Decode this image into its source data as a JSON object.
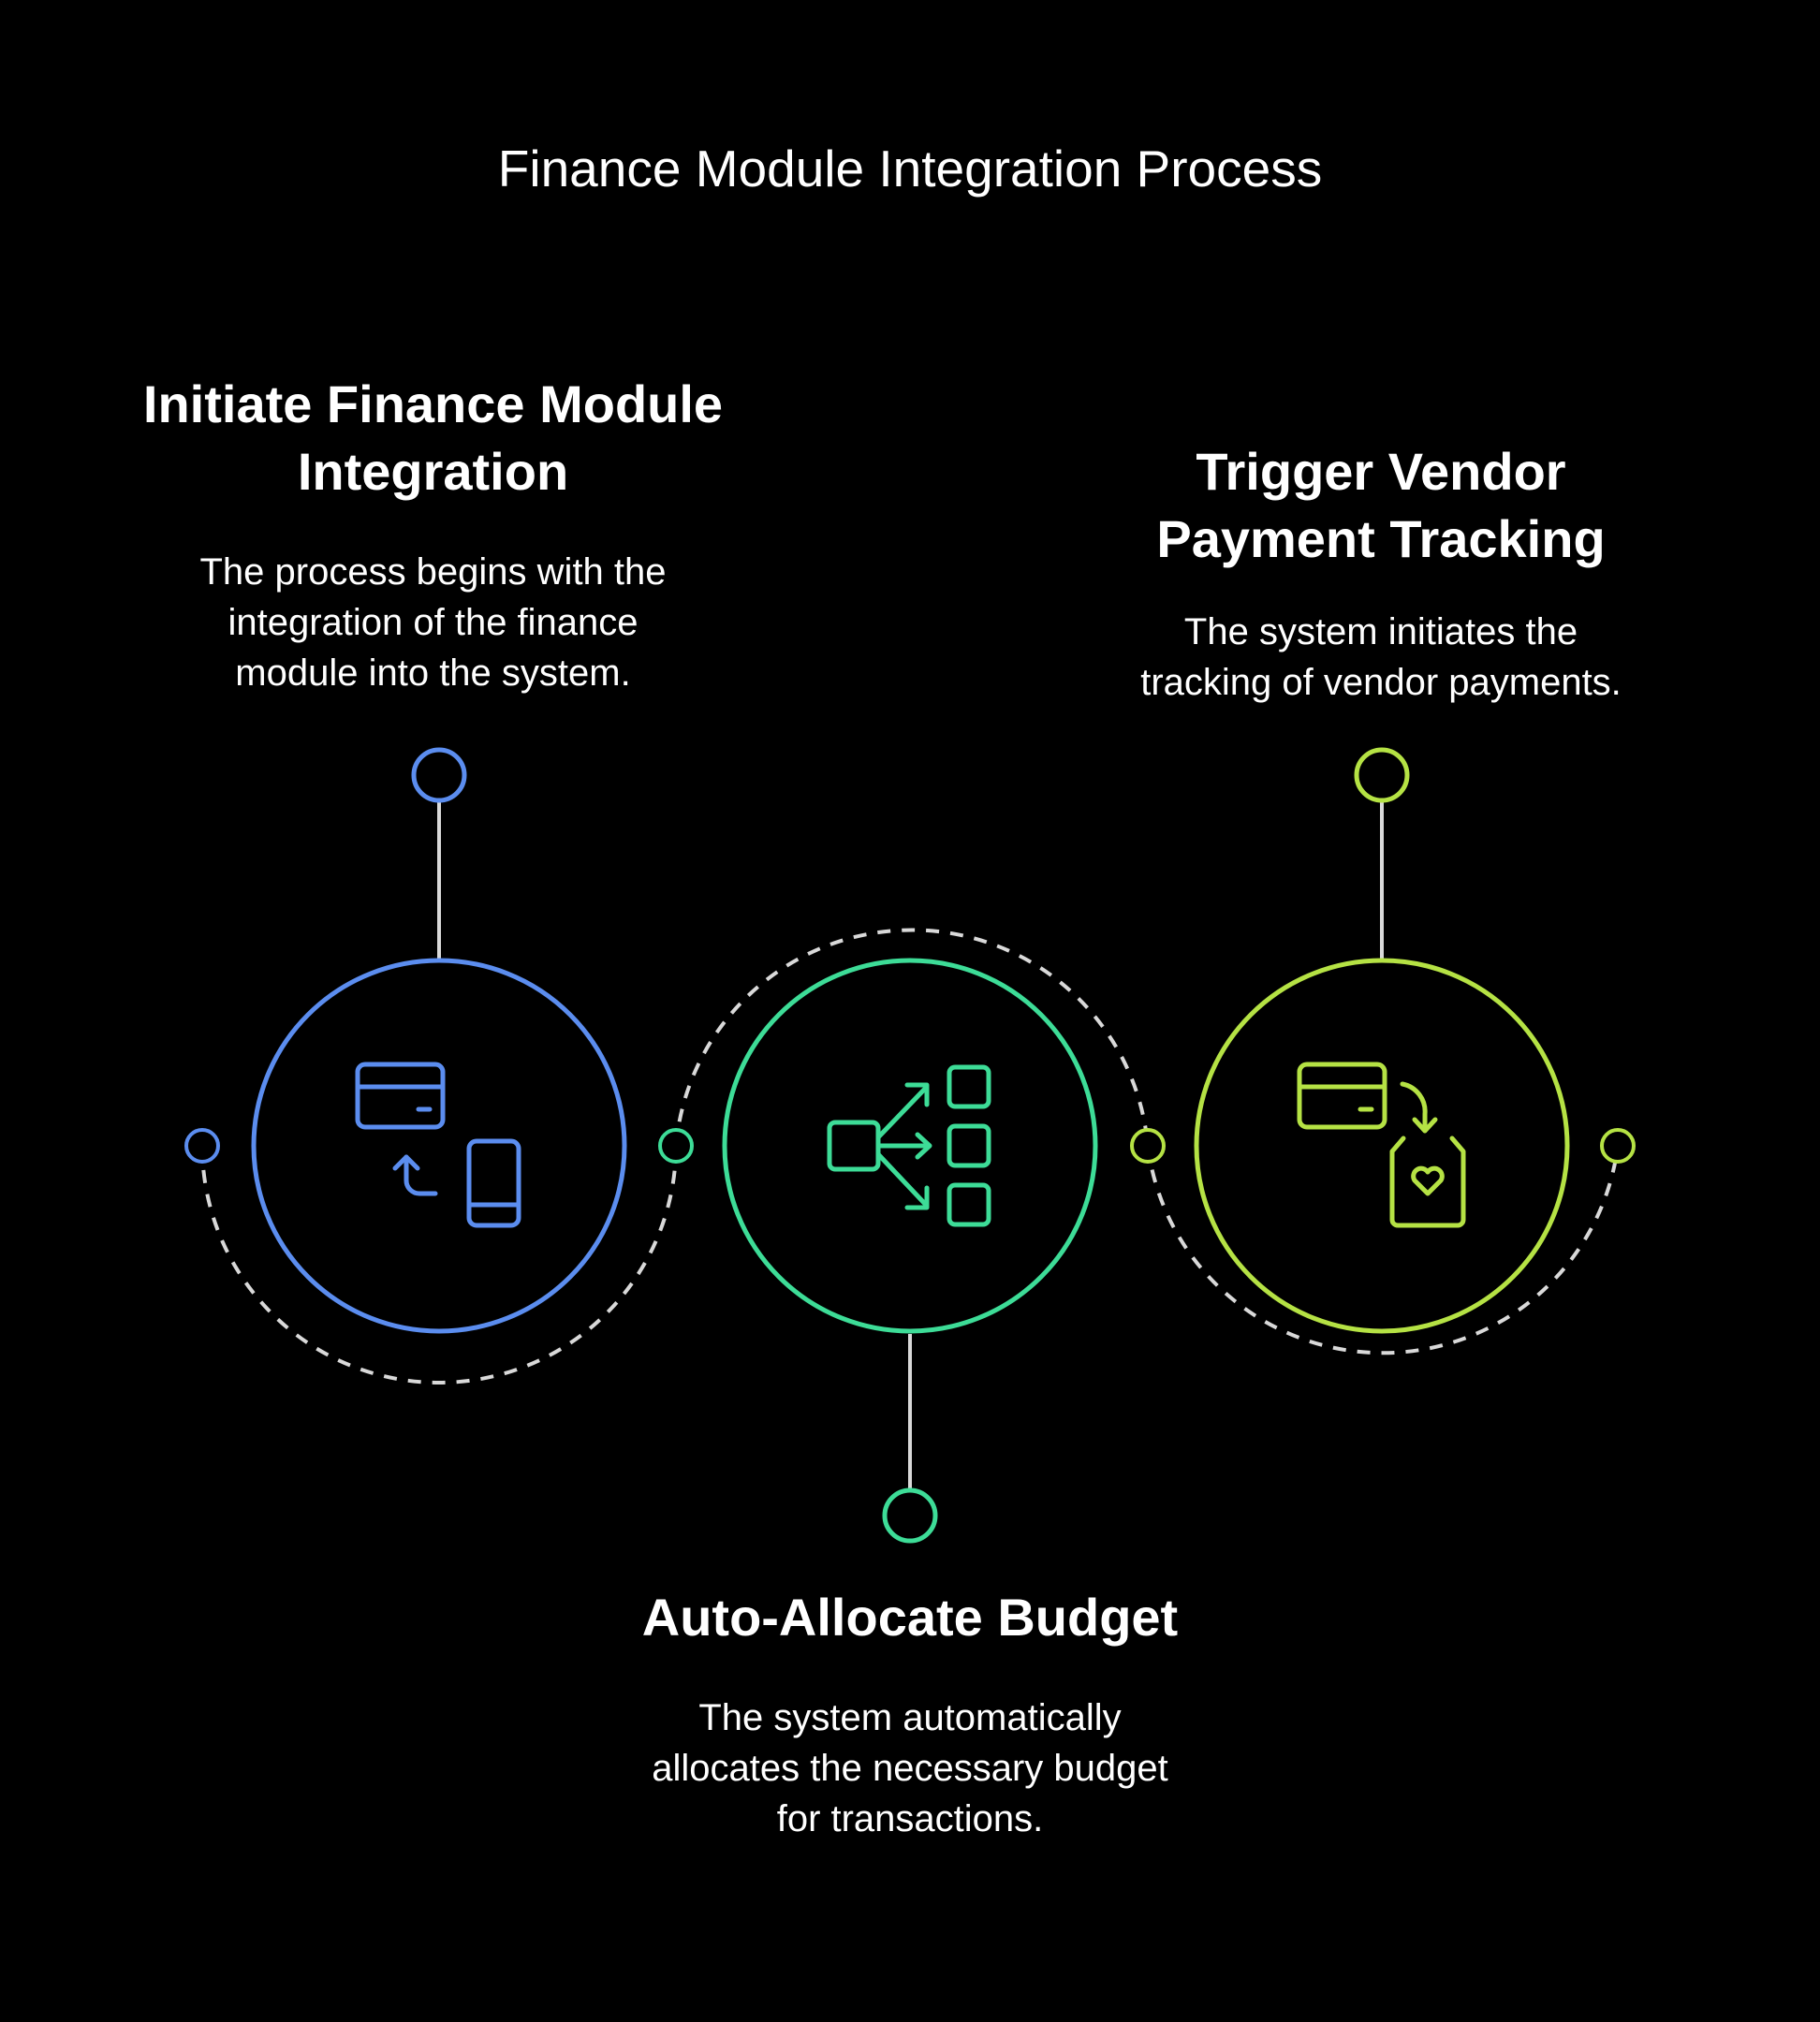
{
  "title": "Finance Module Integration Process",
  "steps": [
    {
      "heading_line1": "Initiate Finance Module",
      "heading_line2": "Integration",
      "desc_lines": [
        "The process begins with the",
        "integration of the finance",
        "module into the system."
      ],
      "color": "#5B8DEF",
      "icon": "card-to-phone-icon"
    },
    {
      "heading_line1": "Auto-Allocate Budget",
      "heading_line2": "",
      "desc_lines": [
        "The system automatically",
        "allocates the necessary budget",
        "for transactions."
      ],
      "color": "#3DDC97",
      "icon": "distribution-icon"
    },
    {
      "heading_line1": "Trigger Vendor",
      "heading_line2": "Payment Tracking",
      "desc_lines": [
        "The system initiates the",
        "tracking of vendor payments."
      ],
      "color": "#B5E244",
      "icon": "card-to-bag-icon"
    }
  ],
  "colors": {
    "background": "#000000",
    "text": "#FFFFFF",
    "connector": "#D9D9D9"
  }
}
